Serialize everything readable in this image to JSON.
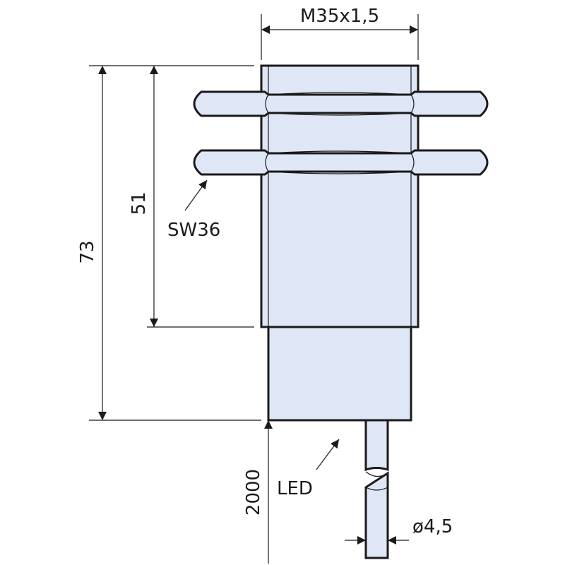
{
  "drawing": {
    "labels": {
      "thread": "M35x1,5",
      "total_length": "73",
      "thread_length": "51",
      "wrench_size": "SW36",
      "led": "LED",
      "cable_length": "2000",
      "cable_diameter": "ø4,5"
    },
    "colors": {
      "body": "#dfe6f6",
      "outline": "#1a1a1a"
    }
  }
}
